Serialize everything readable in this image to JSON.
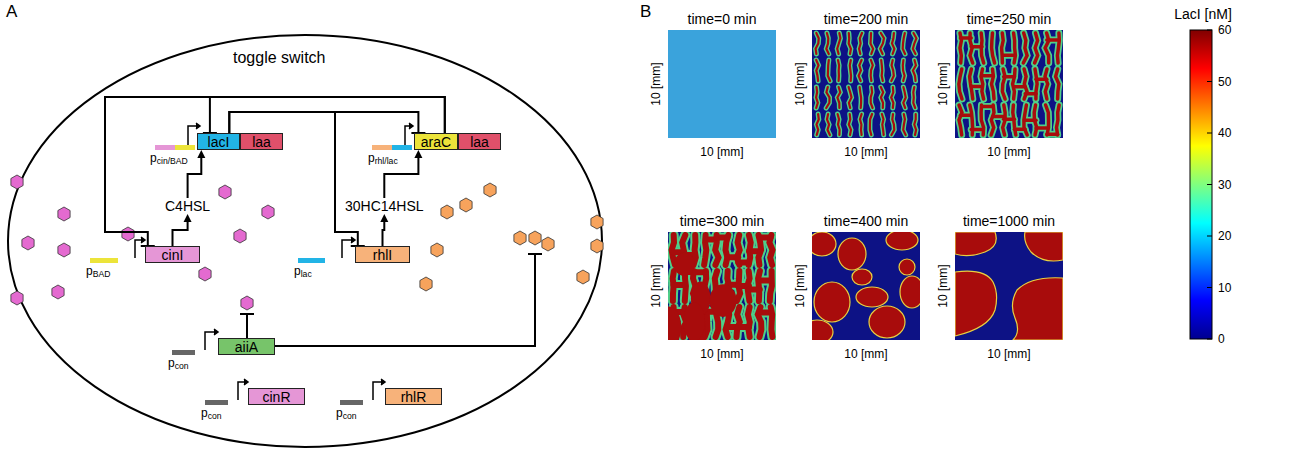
{
  "diagram": {
    "nodes": [
      {
        "text": [
          "toggle switch"
        ]
      },
      {
        "text": [
          "lacI"
        ],
        "in": 0
      },
      {
        "text": [
          "laa"
        ],
        "in": 0
      },
      {
        "text": [
          "araC"
        ],
        "in": 0
      },
      {
        "text": [
          "laa"
        ],
        "in": 0
      },
      {
        "text": [
          "C4HSL"
        ],
        "in": 0
      },
      {
        "text": [
          "30HC14HSL"
        ],
        "in": 0
      },
      {
        "text": [
          "cinI"
        ],
        "in": 0
      },
      {
        "text": [
          "rhlI"
        ],
        "in": 0
      },
      {
        "text": [
          "aiiA"
        ],
        "in": 0
      },
      {
        "text": [
          "cinR"
        ],
        "in": 0
      },
      {
        "text": [
          "rhlR"
        ],
        "in": 0
      },
      {
        "text": [
          "time=0 min"
        ]
      },
      {
        "text": [
          "time=200 min"
        ]
      },
      {
        "text": [
          "time=250 min"
        ]
      },
      {
        "text": [
          "time=300 min"
        ]
      },
      {
        "text": [
          "time=400 min"
        ]
      },
      {
        "text": [
          "time=1000 min"
        ]
      }
    ],
    "edges": [
      {
        "from": 7,
        "to": 5,
        "arrow": "to"
      },
      {
        "from": 5,
        "to": 1,
        "arrow": "to"
      },
      {
        "from": 8,
        "to": 6,
        "arrow": "to"
      },
      {
        "from": 6,
        "to": 3,
        "arrow": "to"
      },
      {
        "from": 3,
        "to": 1,
        "arrow": "to"
      },
      {
        "from": 3,
        "to": 7,
        "arrow": "to"
      },
      {
        "from": 1,
        "to": 3,
        "arrow": "to"
      },
      {
        "from": 1,
        "to": 8,
        "arrow": "to"
      }
    ],
    "labels": [
      "A",
      "B",
      "pcin/BAD",
      "prhl/lac",
      "pBAD",
      "plac",
      "pcon",
      "pcon",
      "pcon",
      "10 [mm]",
      "10 [mm]",
      "10 [mm]",
      "10 [mm]",
      "10 [mm]",
      "10 [mm]",
      "10 [mm]",
      "10 [mm]",
      "10 [mm]",
      "10 [mm]",
      "10 [mm]",
      "10 [mm]",
      "LacI [nM]",
      "60",
      "50",
      "40",
      "30",
      "20",
      "10",
      "0"
    ]
  }
}
